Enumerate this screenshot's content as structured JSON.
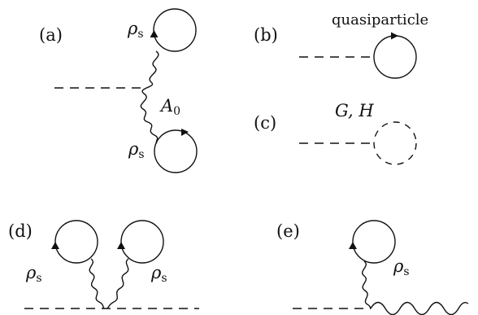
{
  "panels": {
    "a": {
      "label": "(a)",
      "rho_top": "ρ",
      "rho_top_sub": "s",
      "photon": "A",
      "photon_sub": "0",
      "rho_bottom": "ρ",
      "rho_bottom_sub": "s"
    },
    "b": {
      "label": "(b)",
      "loop_label": "quasiparticle"
    },
    "c": {
      "label": "(c)",
      "loop_label": "G, H"
    },
    "d": {
      "label": "(d)",
      "rho_left": "ρ",
      "rho_left_sub": "s",
      "rho_right": "ρ",
      "rho_right_sub": "s"
    },
    "e": {
      "label": "(e)",
      "rho": "ρ",
      "rho_sub": "s"
    }
  }
}
